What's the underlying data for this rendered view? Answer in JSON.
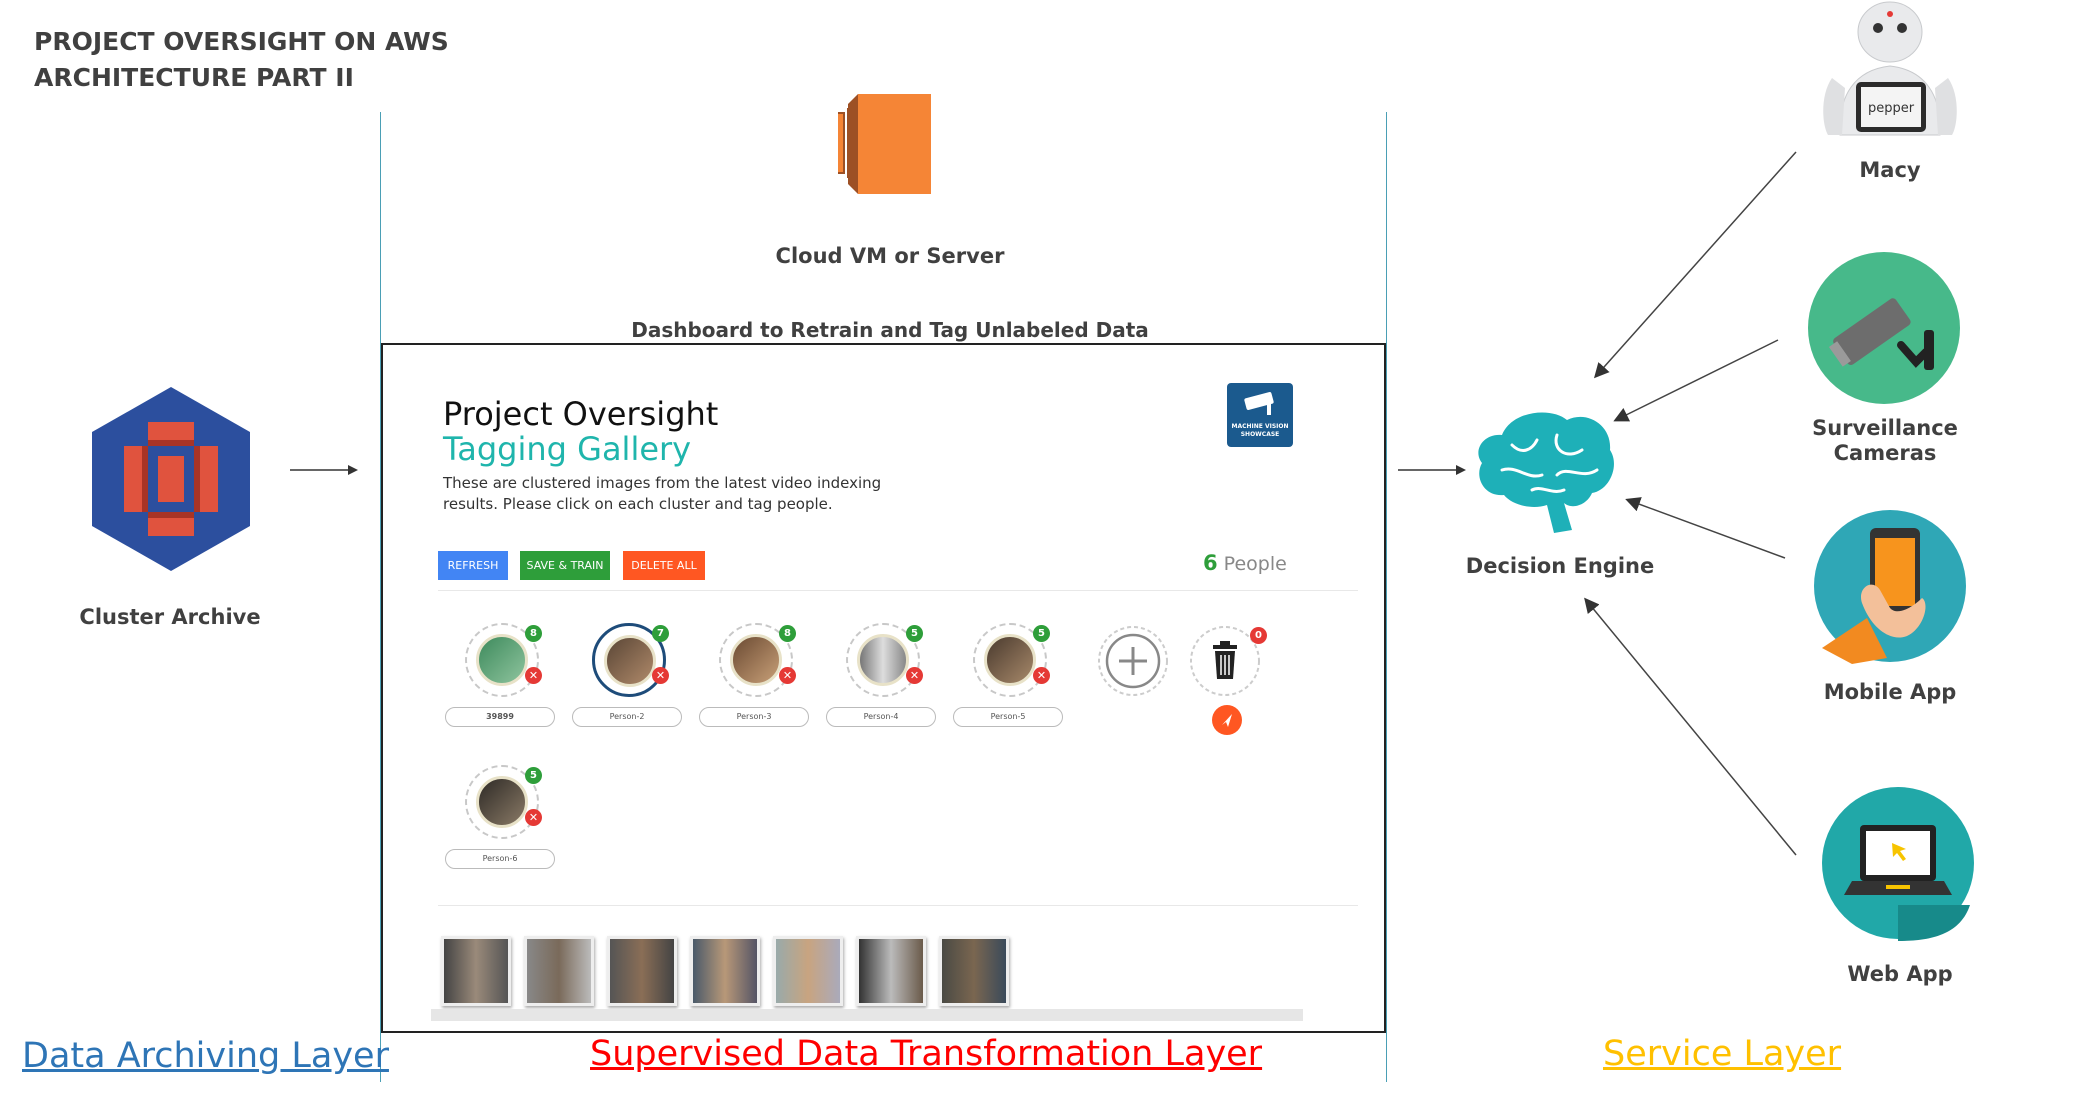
{
  "title_lines": [
    "PROJECT OVERSIGHT ON AWS",
    "ARCHITECTURE PART II"
  ],
  "cloud_vm_label": "Cloud VM or Server",
  "dashboard_label": "Dashboard to Retrain and Tag Unlabeled Data",
  "cluster_archive_label": "Cluster Archive",
  "decision_engine_label": "Decision Engine",
  "services": {
    "macy": "Macy",
    "pepper_text": "pepper",
    "surveillance_line1": "Surveillance",
    "surveillance_line2": "Cameras",
    "mobile": "Mobile App",
    "web": "Web App"
  },
  "layers": {
    "archiving": "Data Archiving Layer",
    "transformation": "Supervised Data Transformation Layer",
    "service": "Service Layer"
  },
  "colors": {
    "archiving": "#2e75b6",
    "transformation": "#ff0000",
    "service": "#ffc000",
    "teal": "#1fb5ac",
    "aws_orange": "#f58536"
  },
  "dashboard": {
    "title": "Project Oversight",
    "subtitle": "Tagging Gallery",
    "description": "These are clustered images from the latest video indexing results. Please click on each cluster and tag people.",
    "logo_text": "MACHINE VISION SHOWCASE",
    "buttons": {
      "refresh": "REFRESH",
      "save": "SAVE & TRAIN",
      "delete": "DELETE ALL"
    },
    "people_count": "6",
    "people_label": "People",
    "persons": [
      {
        "label": "39899",
        "count": "8"
      },
      {
        "label": "Person-2",
        "count": "7"
      },
      {
        "label": "Person-3",
        "count": "8"
      },
      {
        "label": "Person-4",
        "count": "5"
      },
      {
        "label": "Person-5",
        "count": "5"
      },
      {
        "label": "Person-6",
        "count": "5"
      }
    ],
    "trash_count": "0",
    "thumbnail_icons": [
      "face-thumbnail",
      "face-thumbnail",
      "face-thumbnail",
      "face-thumbnail",
      "face-thumbnail",
      "face-thumbnail",
      "face-thumbnail"
    ]
  }
}
